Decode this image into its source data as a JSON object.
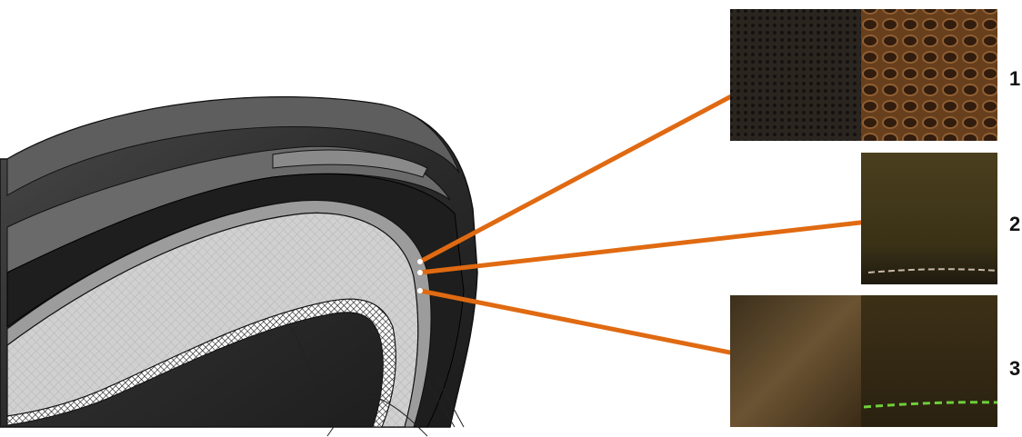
{
  "diagram": {
    "callouts": [
      {
        "number": "1",
        "texture": "mesh-fabric"
      },
      {
        "number": "2",
        "texture": "smooth-leather-with-stitching"
      },
      {
        "number": "3",
        "texture": "brushed-leather-with-green-stitching"
      }
    ],
    "colors": {
      "callout_line": "#e06a12",
      "shell_dark": "#2a2a2a",
      "shell_mid": "#5a5a5a",
      "liner_light": "#cfcfcf",
      "hatch": "#1a1a1a"
    }
  }
}
